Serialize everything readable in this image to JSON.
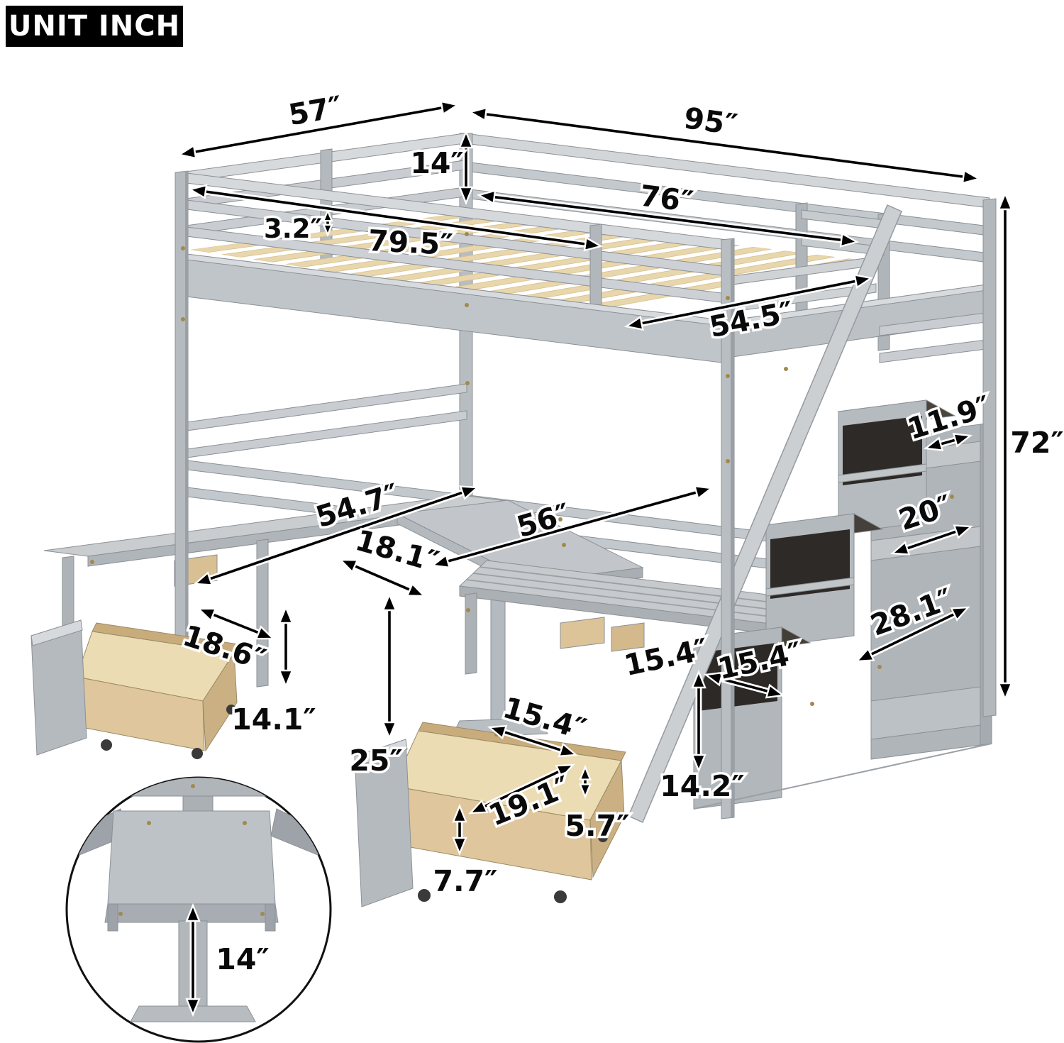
{
  "unit_label": "UNIT INCH",
  "colors": {
    "frame_gray": "#b7bcc0",
    "frame_gray_light": "#d6d9db",
    "frame_gray_dark": "#9aa0a5",
    "slat_wood": "#e8d6ad",
    "drawer_wood": "#dfc69c",
    "tread_dark": "#3c3733",
    "annotation": "#000000",
    "background": "#ffffff"
  },
  "dims": {
    "d57": "57″",
    "d95": "95″",
    "d14_top": "14″",
    "d76": "76″",
    "d3_2": "3.2″",
    "d79_5": "79.5″",
    "d54_5": "54.5″",
    "d54_7": "54.7″",
    "d56": "56″",
    "d18_1": "18.1″",
    "d18_6": "18.6″",
    "d11_9": "11.9″",
    "d72": "72″",
    "d20": "20″",
    "d28_1": "28.1″",
    "d14_1": "14.1″",
    "d25": "25″",
    "d15_4_step_left": "15.4″",
    "d15_4_step_right": "15.4″",
    "d15_4_drawer": "15.4″",
    "d19_1": "19.1″",
    "d5_7": "5.7″",
    "d7_7": "7.7″",
    "d14_2": "14.2″",
    "d14_detail": "14″"
  }
}
